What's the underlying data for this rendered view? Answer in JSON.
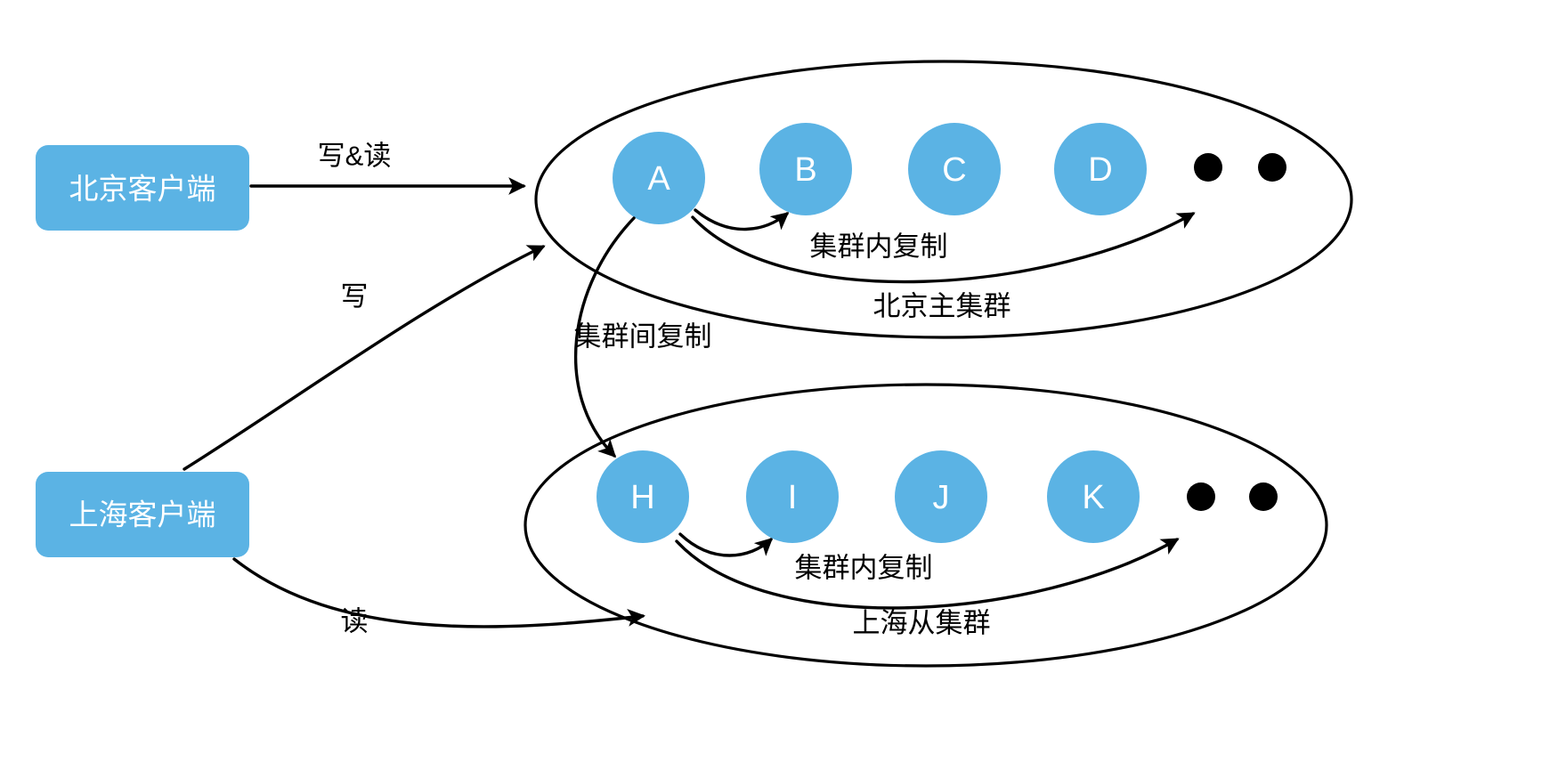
{
  "diagram": {
    "title": "Beijing master cluster / Shanghai slave cluster replication topology",
    "colors": {
      "node_fill": "#5BB3E4",
      "client_fill": "#5BB3E4",
      "stroke": "#000000",
      "background": "#ffffff",
      "node_text": "#ffffff"
    },
    "clients": [
      {
        "id": "beijing-client",
        "label": "北京客户端"
      },
      {
        "id": "shanghai-client",
        "label": "上海客户端"
      }
    ],
    "clusters": [
      {
        "id": "beijing-master-cluster",
        "caption": "北京主集群",
        "intra_label": "集群内复制",
        "nodes": [
          {
            "id": "node-a",
            "label": "A"
          },
          {
            "id": "node-b",
            "label": "B"
          },
          {
            "id": "node-c",
            "label": "C"
          },
          {
            "id": "node-d",
            "label": "D"
          }
        ],
        "ellipsis_dots": 2
      },
      {
        "id": "shanghai-slave-cluster",
        "caption": "上海从集群",
        "intra_label": "集群内复制",
        "nodes": [
          {
            "id": "node-h",
            "label": "H"
          },
          {
            "id": "node-i",
            "label": "I"
          },
          {
            "id": "node-j",
            "label": "J"
          },
          {
            "id": "node-k",
            "label": "K"
          }
        ],
        "ellipsis_dots": 2
      }
    ],
    "edges": [
      {
        "id": "beijing-client-to-master",
        "label": "写&读",
        "from": "beijing-client",
        "to": "beijing-master-cluster"
      },
      {
        "id": "shanghai-client-write-to-master",
        "label": "写",
        "from": "shanghai-client",
        "to": "beijing-master-cluster"
      },
      {
        "id": "shanghai-client-read-from-slave",
        "label": "读",
        "from": "shanghai-client",
        "to": "shanghai-slave-cluster"
      },
      {
        "id": "inter-cluster-replication",
        "label": "集群间复制",
        "from": "node-a",
        "to": "node-h"
      }
    ]
  }
}
